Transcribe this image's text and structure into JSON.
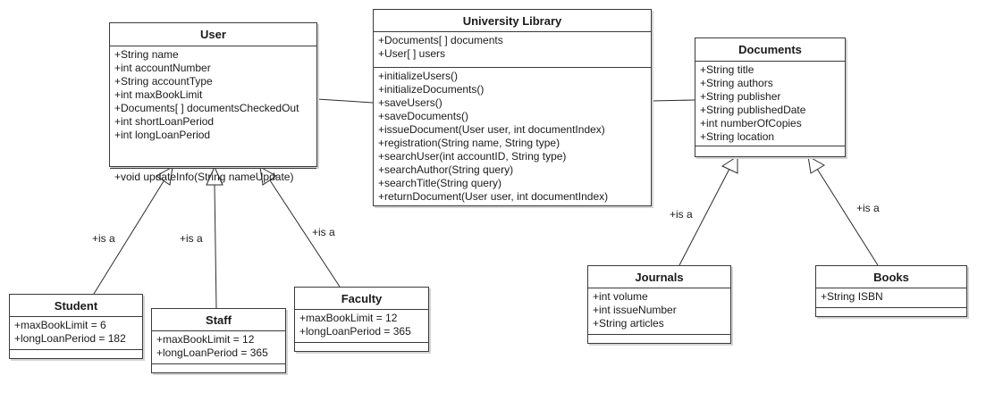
{
  "classes": {
    "user": {
      "name": "User",
      "attributes": [
        "+String name",
        "+int accountNumber",
        "+String accountType",
        "+int maxBookLimit",
        "+Documents[ ] documentsCheckedOut",
        "+int shortLoanPeriod",
        "+int longLoanPeriod"
      ],
      "operations": [
        "+void updateInfo(String nameUpdate)"
      ]
    },
    "library": {
      "name": "University Library",
      "attributes": [
        "+Documents[ ] documents",
        "+User[ ] users"
      ],
      "operations": [
        "+initializeUsers()",
        "+initializeDocuments()",
        "+saveUsers()",
        "+saveDocuments()",
        "+issueDocument(User user, int documentIndex)",
        "+registration(String name, String type)",
        "+searchUser(int accountID, String type)",
        "+searchAuthor(String query)",
        "+searchTitle(String query)",
        "+returnDocument(User user, int documentIndex)"
      ]
    },
    "documents": {
      "name": "Documents",
      "attributes": [
        "+String title",
        "+String authors",
        "+String publisher",
        "+String publishedDate",
        "+int numberOfCopies",
        "+String location"
      ],
      "operations": []
    },
    "student": {
      "name": "Student",
      "attributes": [
        "+maxBookLimit = 6",
        "+longLoanPeriod = 182"
      ],
      "operations": []
    },
    "staff": {
      "name": "Staff",
      "attributes": [
        "+maxBookLimit = 12",
        "+longLoanPeriod = 365"
      ],
      "operations": []
    },
    "faculty": {
      "name": "Faculty",
      "attributes": [
        "+maxBookLimit = 12",
        "+longLoanPeriod = 365"
      ],
      "operations": []
    },
    "journals": {
      "name": "Journals",
      "attributes": [
        "+int volume",
        "+int issueNumber",
        "+String articles"
      ],
      "operations": []
    },
    "books": {
      "name": "Books",
      "attributes": [
        "+String ISBN"
      ],
      "operations": []
    }
  },
  "relations": {
    "generalization_label": "+is a",
    "generalizations": [
      {
        "child": "Student",
        "parent": "User"
      },
      {
        "child": "Staff",
        "parent": "User"
      },
      {
        "child": "Faculty",
        "parent": "User"
      },
      {
        "child": "Journals",
        "parent": "Documents"
      },
      {
        "child": "Books",
        "parent": "Documents"
      }
    ],
    "associations": [
      {
        "from": "User",
        "to": "University Library"
      },
      {
        "from": "University Library",
        "to": "Documents"
      }
    ]
  },
  "colors": {
    "line": "#2b2b2b",
    "box_border": "#3a3a3a",
    "box_fill": "#ffffff",
    "shadow": "#d4d4d4"
  }
}
